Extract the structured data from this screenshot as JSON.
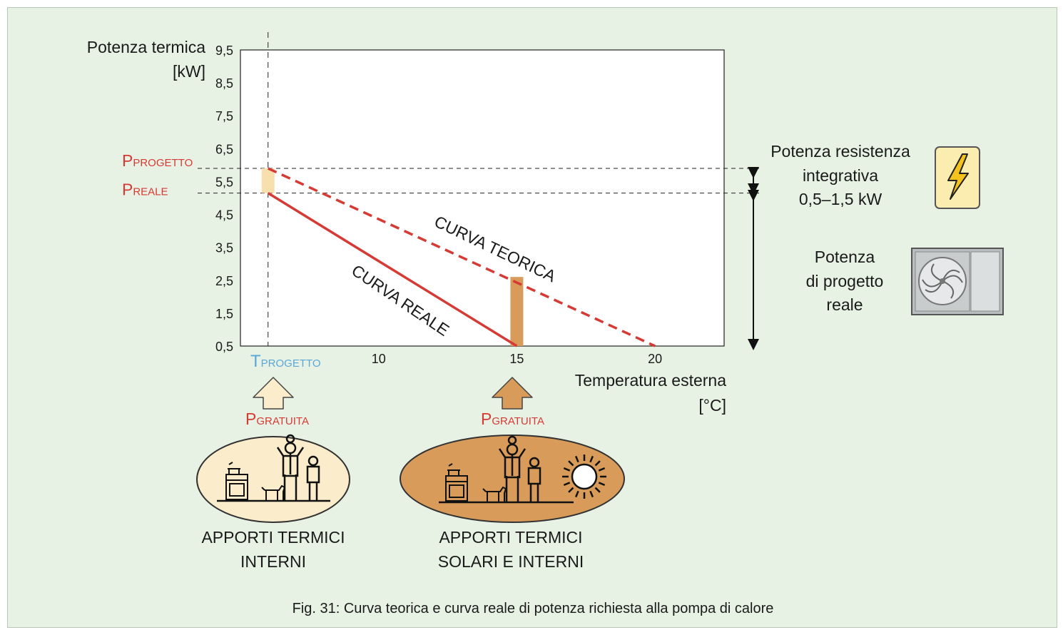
{
  "chart_data": {
    "type": "line",
    "y_axis": {
      "title_line1": "Potenza termica",
      "title_line2": "[kW]",
      "ticks": [
        "9,5",
        "8,5",
        "7,5",
        "6,5",
        "5,5",
        "4,5",
        "3,5",
        "2,5",
        "1,5",
        "0,5"
      ],
      "tick_values": [
        9.5,
        8.5,
        7.5,
        6.5,
        5.5,
        4.5,
        3.5,
        2.5,
        1.5,
        0.5
      ],
      "ylim": [
        0.5,
        9.5
      ]
    },
    "x_axis": {
      "title_line1": "Temperatura esterna",
      "title_line2": "[°C]",
      "ticks": [
        "10",
        "15",
        "20"
      ],
      "tick_values": [
        10,
        15,
        20
      ],
      "xlim": [
        5,
        22.5
      ],
      "design_label_main": "T",
      "design_label_sub": "PROGETTO",
      "design_value": 6
    },
    "series": [
      {
        "name": "CURVA TEORICA",
        "style": "dashed",
        "color": "#d63a35",
        "points": [
          [
            6,
            5.9
          ],
          [
            20,
            0.5
          ]
        ]
      },
      {
        "name": "CURVA REALE",
        "style": "solid",
        "color": "#d63a35",
        "points": [
          [
            6,
            5.15
          ],
          [
            15,
            0.5
          ]
        ]
      }
    ],
    "reference_lines": [
      {
        "label_main": "P",
        "label_sub": "PROGETTO",
        "y": 5.9
      },
      {
        "label_main": "P",
        "label_sub": "REALE",
        "y": 5.15
      }
    ],
    "free_gain_bars": [
      {
        "x": 6,
        "y_from": 5.15,
        "y_to": 5.9,
        "color": "#f7dfae"
      },
      {
        "x": 15,
        "y_from": 0.5,
        "y_to": 2.6,
        "color": "#d99b5a"
      }
    ]
  },
  "colors": {
    "accent_red": "#d63a35",
    "accent_blue": "#5aa7d8",
    "light_beige": "#fbedcc",
    "orange": "#d99b5a",
    "panel_bg": "#e8f2e4"
  },
  "side_panel": {
    "resistance": {
      "line1": "Potenza resistenza",
      "line2": "integrativa",
      "line3": "0,5–1,5 kW",
      "icon": "lightning-icon"
    },
    "design_power": {
      "line1": "Potenza",
      "line2": "di progetto",
      "line3": "reale",
      "icon": "heat-pump-fan-icon"
    }
  },
  "gains": {
    "internal": {
      "p_main": "P",
      "p_sub": "GRATUITA",
      "label_line1": "APPORTI TERMICI",
      "label_line2": "INTERNI"
    },
    "solar": {
      "p_main": "P",
      "p_sub": "GRATUITA",
      "label_line1": "APPORTI TERMICI",
      "label_line2": "SOLARI E INTERNI"
    }
  },
  "caption": "Fig. 31: Curva teorica e curva reale di potenza richiesta alla pompa di calore"
}
